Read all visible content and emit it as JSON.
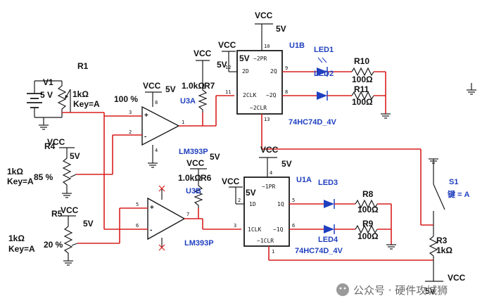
{
  "supply": {
    "vcc": "VCC",
    "v5": "5V",
    "vin_label": "5V"
  },
  "sources": {
    "v1_name": "V1",
    "v1_value": "5 V"
  },
  "pots": {
    "r1_name": "R1",
    "r1_value": "1kΩ",
    "r1_key": "Key=A",
    "r1_pct": "100 %",
    "r4_name": "R4",
    "r4_value": "1kΩ",
    "r4_key": "Key=A",
    "r4_pct": "85 %",
    "r5_name": "R5",
    "r5_value": "1kΩ",
    "r5_key": "Key=A",
    "r5_pct": "20 %"
  },
  "resistors": {
    "r7_name": "R7",
    "r7_value": "1.0kΩ",
    "r6_name": "R6",
    "r6_value": "1.0kΩ",
    "r10_name": "R10",
    "r10_value": "100Ω",
    "r11_name": "R11",
    "r11_value": "100Ω",
    "r8_name": "R8",
    "r8_value": "100Ω",
    "r9_name": "R9",
    "r9_value": "100Ω",
    "r3_name": "R3",
    "r3_value": "1kΩ"
  },
  "comparators": {
    "u3a_name": "U3A",
    "u3a_part": "LM393P",
    "u3b_name": "U3B",
    "u3b_part": "LM393P"
  },
  "flipflops": {
    "u1b_name": "U1B",
    "u1b_part": "74HC74D_4V",
    "u1a_name": "U1A",
    "u1a_part": "74HC74D_4V",
    "pr_top": "~2PR",
    "d_top": "2D",
    "q_top": "2Q",
    "qn_top": "~2Q",
    "clk_top": "2CLK",
    "clr_top": "~2CLR",
    "pr_bot": "~1PR",
    "d_bot": "1D",
    "q_bot": "1Q",
    "qn_bot": "~1Q",
    "clk_bot": "1CLK",
    "clr_bot": "~1CLR"
  },
  "leds": {
    "led1": "LED1",
    "led2": "LED2",
    "led3": "LED3",
    "led4": "LED4"
  },
  "switch": {
    "name": "S1",
    "key": "键 = A"
  },
  "watermark": {
    "text": "公众号 · 硬件攻城狮"
  }
}
